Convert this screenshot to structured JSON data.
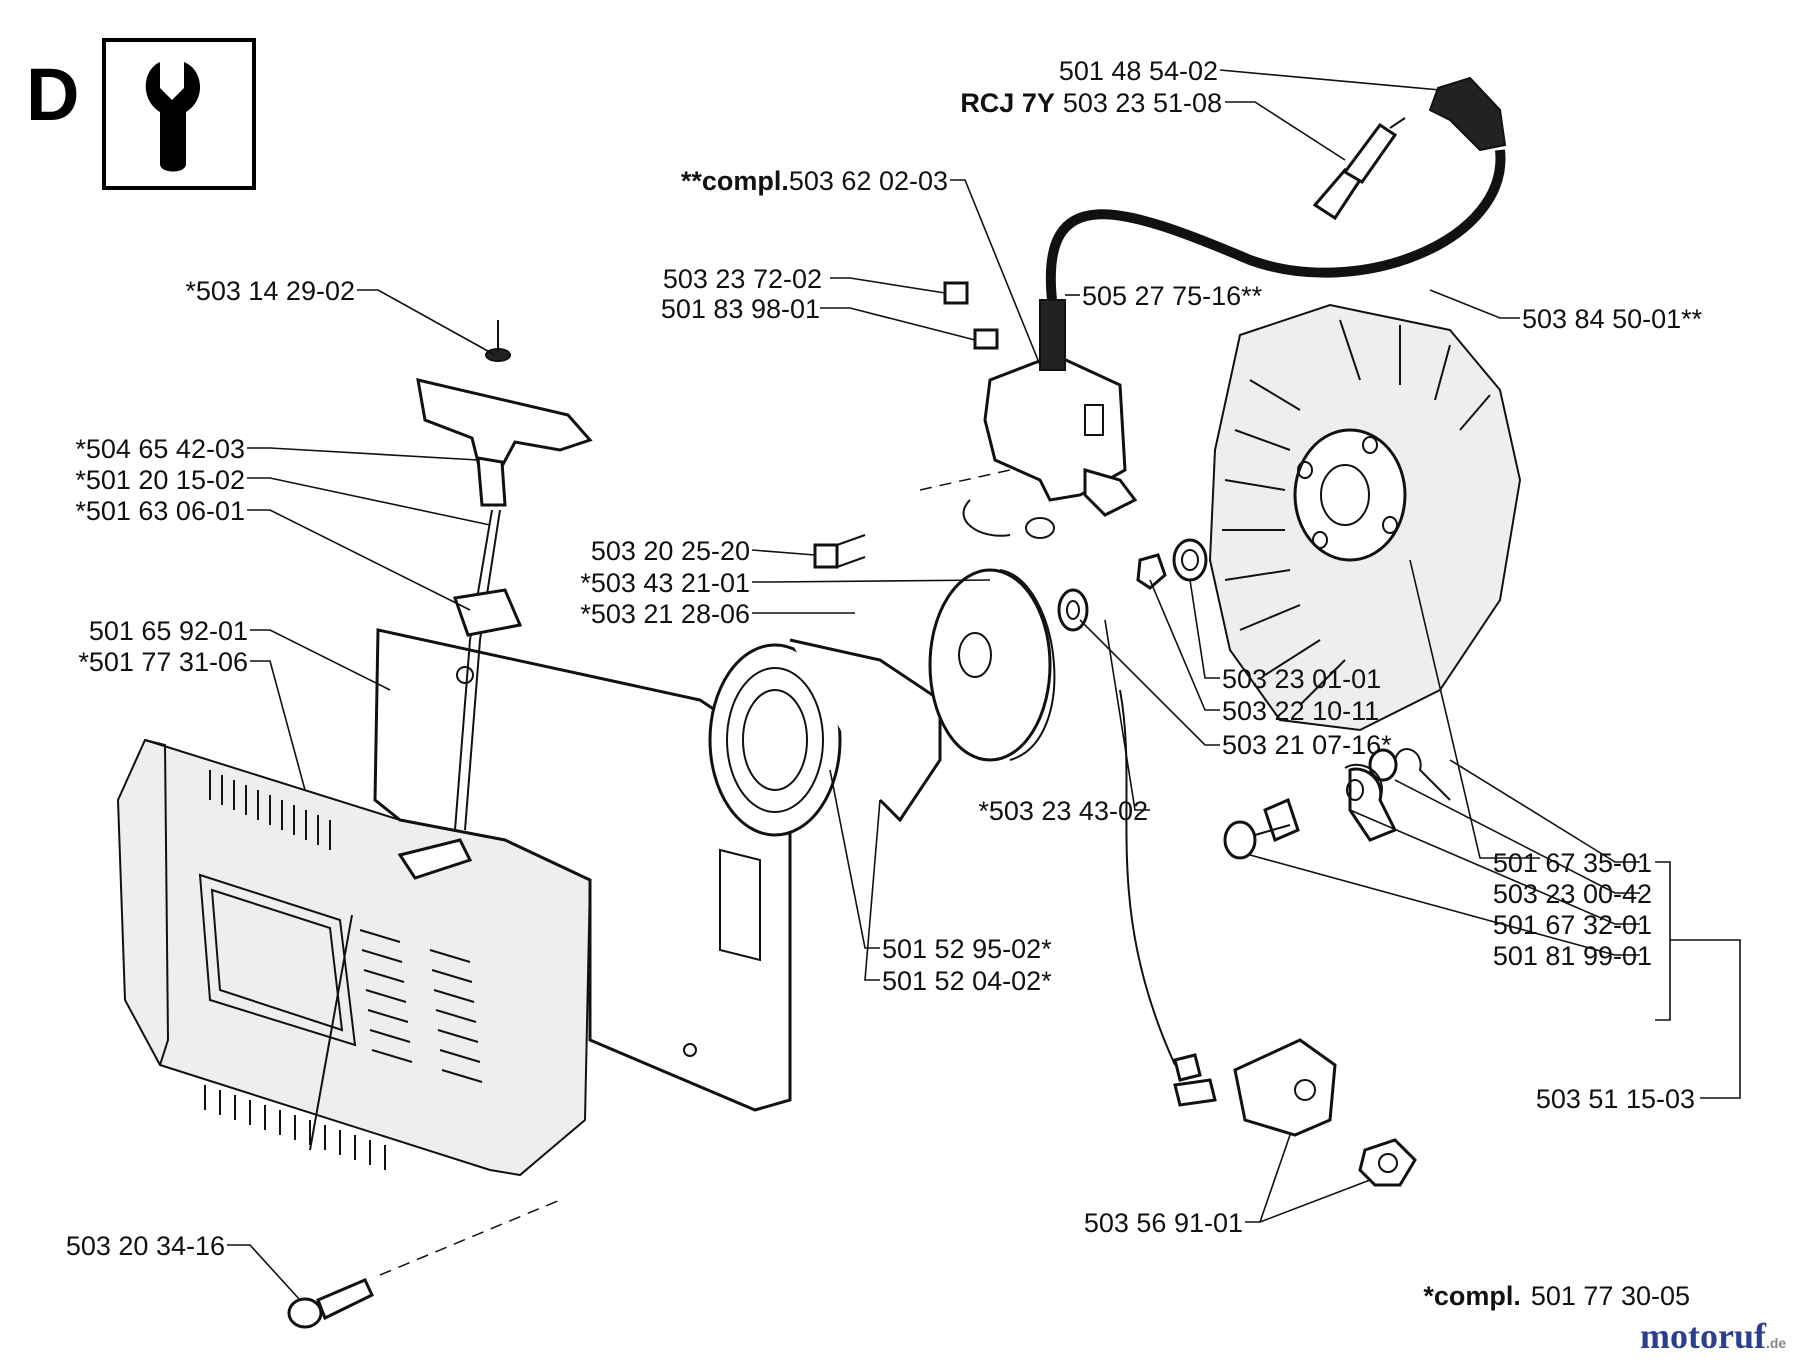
{
  "section": {
    "letter": "D",
    "icon": "wrench-icon"
  },
  "parts": {
    "p1": {
      "bold": "",
      "number": "501 48 54-02"
    },
    "p2": {
      "bold": "RCJ 7Y",
      "number": "503 23 51-08"
    },
    "p3": {
      "bold": "**compl.",
      "number": "503 62 02-03"
    },
    "p4": {
      "bold": "",
      "number": "503 23 72-02"
    },
    "p5": {
      "bold": "",
      "number": "501 83 98-01"
    },
    "p6": {
      "bold": "",
      "number": "505 27 75-16**"
    },
    "p7": {
      "bold": "",
      "number": "503 84 50-01**"
    },
    "p8": {
      "bold": "",
      "number": "*503 14 29-02"
    },
    "p9": {
      "bold": "",
      "number": "*504 65 42-03"
    },
    "p10": {
      "bold": "",
      "number": "*501 20 15-02"
    },
    "p11": {
      "bold": "",
      "number": "*501 63 06-01"
    },
    "p12": {
      "bold": "",
      "number": "503 20 25-20"
    },
    "p13": {
      "bold": "",
      "number": "*503 43 21-01"
    },
    "p14": {
      "bold": "",
      "number": "*503 21 28-06"
    },
    "p15": {
      "bold": "",
      "number": "501 65 92-01"
    },
    "p16": {
      "bold": "",
      "number": "*501 77 31-06"
    },
    "p17": {
      "bold": "",
      "number": "503 23 01-01"
    },
    "p18": {
      "bold": "",
      "number": "503 22 10-11"
    },
    "p19": {
      "bold": "",
      "number": "503 21 07-16*"
    },
    "p20": {
      "bold": "",
      "number": "*503 23 43-02"
    },
    "p21": {
      "bold": "",
      "number": "501 52 95-02*"
    },
    "p22": {
      "bold": "",
      "number": "501 52 04-02*"
    },
    "p23": {
      "bold": "",
      "number": "501 67 35-01"
    },
    "p24": {
      "bold": "",
      "number": "503 23 00-42"
    },
    "p25": {
      "bold": "",
      "number": "501 67 32-01"
    },
    "p26": {
      "bold": "",
      "number": "501 81 99-01"
    },
    "p27": {
      "bold": "",
      "number": "503 51 15-03"
    },
    "p28": {
      "bold": "",
      "number": "503 56 91-01"
    },
    "p29": {
      "bold": "",
      "number": "503 20 34-16"
    }
  },
  "footer": {
    "bold": "*compl.",
    "number": "501 77 30-05"
  },
  "watermark": {
    "text": "motoruf",
    "suffix": ".de"
  },
  "colors": {
    "ink": "#111111",
    "brand_blue": "#2b3f8f",
    "brand_red": "#c0392b"
  }
}
